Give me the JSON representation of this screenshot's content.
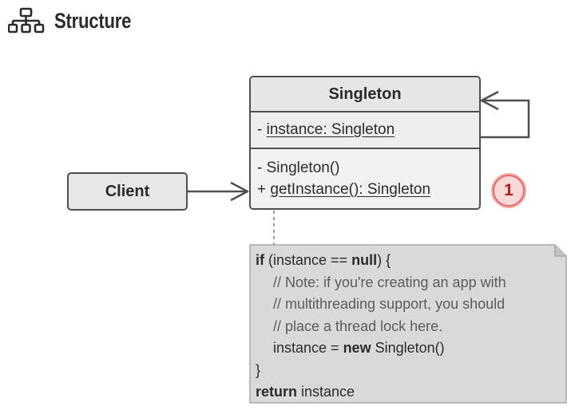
{
  "header": {
    "title": "Structure",
    "icon": "structure-hierarchy-icon"
  },
  "client": {
    "label": "Client"
  },
  "singleton_class": {
    "name": "Singleton",
    "field": "- instance: Singleton",
    "field_visibility": "- ",
    "field_text": "instance: Singleton",
    "method_1": "- Singleton()",
    "method_2_visibility": "+ ",
    "method_2_text": "getInstance(): Singleton"
  },
  "badge": {
    "number": "1"
  },
  "note": {
    "line1_kw": "if",
    "line1_mid": " (instance == ",
    "line1_kw2": "null",
    "line1_end": ") {",
    "line2": "// Note: if you're creating an app with",
    "line3": "// multithreading support, you should",
    "line4": "// place a thread lock here.",
    "line5_pre": "instance = ",
    "line5_kw": "new",
    "line5_post": " Singleton()",
    "line6": "}",
    "line7_kw": "return",
    "line7_post": " instance"
  },
  "colors": {
    "border": "#4f4f4f",
    "box_fill": "#e7e7e7",
    "note_fill": "#d9d9d9",
    "badge_fill": "#fbd9d9",
    "badge_text": "#b21a1a"
  }
}
